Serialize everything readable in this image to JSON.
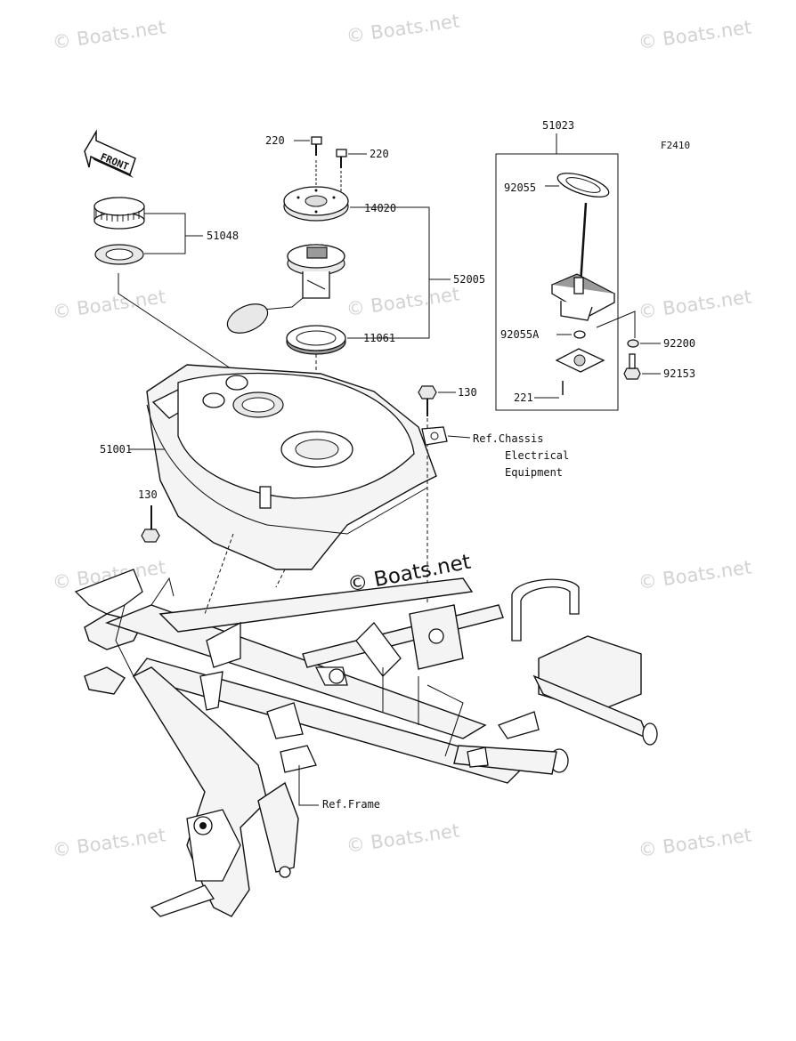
{
  "diagram_code": "F2410",
  "front_label": "FRONT",
  "watermark": "© Boats.net",
  "center_watermark": "© Boats.net",
  "labels": {
    "p51048": "51048",
    "p220a": "220",
    "p220b": "220",
    "p14020": "14020",
    "p52005": "52005",
    "p11061": "11061",
    "p51023": "51023",
    "p92055": "92055",
    "p92055a": "92055A",
    "p92200": "92200",
    "p92153": "92153",
    "p221": "221",
    "p130a": "130",
    "p130b": "130",
    "p51001": "51001",
    "ref_chassis_1": "Ref.Chassis",
    "ref_chassis_2": "Electrical",
    "ref_chassis_3": "Equipment",
    "ref_frame": "Ref.Frame"
  }
}
